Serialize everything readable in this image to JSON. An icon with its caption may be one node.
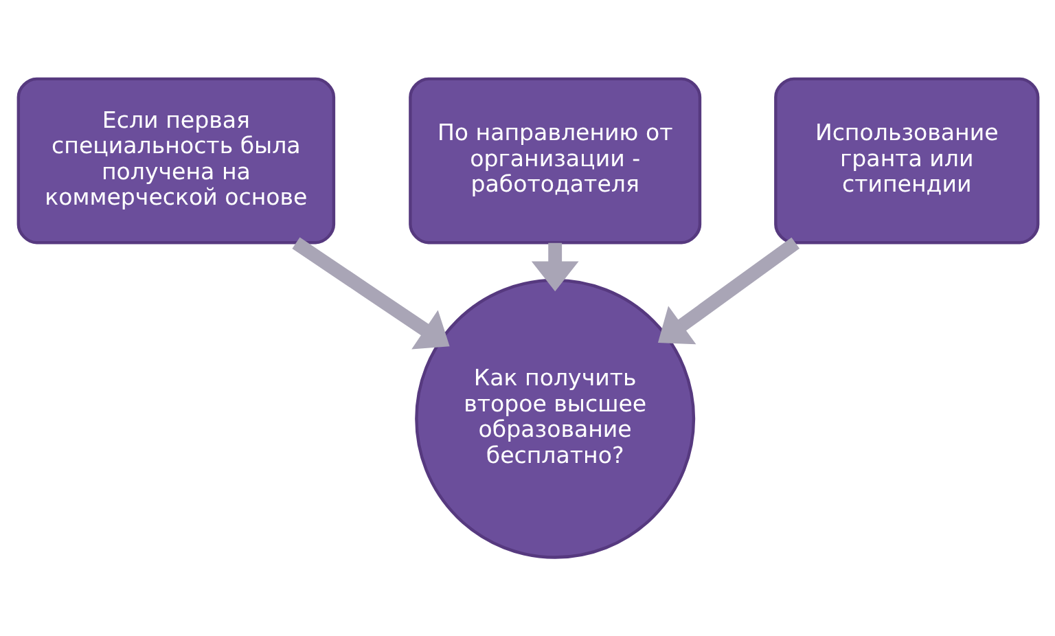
{
  "diagram": {
    "nodes": [
      {
        "text": [
          "По направлению от организации - работодателя"
        ]
      },
      {
        "text": [
          "Если первая специальность была получена на коммерческой основе"
        ]
      },
      {
        "text": [
          "Использование гранта или стипендии"
        ]
      },
      {
        "text": [
          "Как получить второе высшее образование бесплатно?"
        ]
      }
    ],
    "edges": [
      {
        "from": 0,
        "to": 3,
        "arrow": "to"
      },
      {
        "from": 1,
        "to": 3,
        "arrow": "to"
      },
      {
        "from": 2,
        "to": 3,
        "arrow": "to"
      }
    ]
  }
}
